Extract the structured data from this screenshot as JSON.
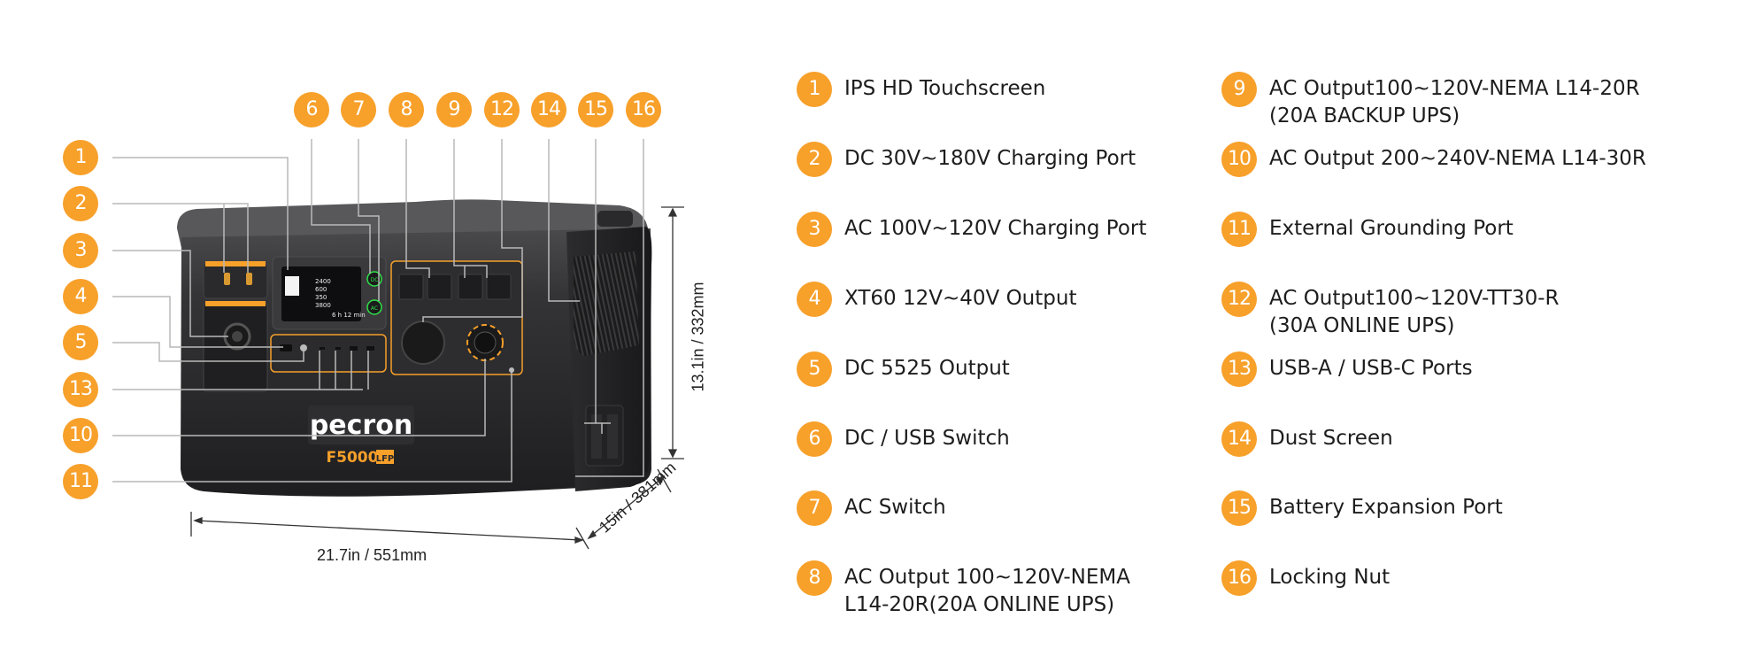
{
  "product": {
    "brand": "pecron",
    "model": "F5000",
    "model_badge": "LFP",
    "screen": {
      "values": [
        "2400",
        "600",
        "350",
        "3800"
      ],
      "time": "6 h 12 min",
      "switch_dc": "DC",
      "switch_ac": "AC"
    }
  },
  "callouts": {
    "left": [
      "1",
      "2",
      "3",
      "4",
      "5",
      "13",
      "10",
      "11"
    ],
    "top": [
      "6",
      "7",
      "8",
      "9",
      "12",
      "14",
      "15",
      "16"
    ]
  },
  "dimensions": {
    "width": "21.7in / 551mm",
    "depth": "15in / 381mm",
    "height": "13.1in / 332mm"
  },
  "legend": {
    "col1": [
      {
        "num": "1",
        "text": "IPS HD Touchscreen"
      },
      {
        "num": "2",
        "text": "DC 30V~180V Charging Port"
      },
      {
        "num": "3",
        "text": "AC 100V~120V Charging Port"
      },
      {
        "num": "4",
        "text": "XT60 12V~40V Output"
      },
      {
        "num": "5",
        "text": "DC 5525 Output"
      },
      {
        "num": "6",
        "text": "DC / USB Switch"
      },
      {
        "num": "7",
        "text": "AC Switch"
      },
      {
        "num": "8",
        "text": "AC Output 100~120V-NEMA\nL14-20R(20A ONLINE UPS)"
      }
    ],
    "col2": [
      {
        "num": "9",
        "text": "AC Output100~120V-NEMA L14-20R\n(20A BACKUP UPS)"
      },
      {
        "num": "10",
        "text": "AC Output 200~240V-NEMA L14-30R"
      },
      {
        "num": "11",
        "text": "External Grounding Port"
      },
      {
        "num": "12",
        "text": "AC Output100~120V-TT30-R\n(30A ONLINE UPS)"
      },
      {
        "num": "13",
        "text": "USB-A / USB-C Ports"
      },
      {
        "num": "14",
        "text": "Dust Screen"
      },
      {
        "num": "15",
        "text": "Battery Expansion Port"
      },
      {
        "num": "16",
        "text": "Locking Nut"
      }
    ]
  },
  "colors": {
    "accent": "#F7A02A",
    "body": "#2b2b2d",
    "switch_green": "#2ee24a"
  }
}
